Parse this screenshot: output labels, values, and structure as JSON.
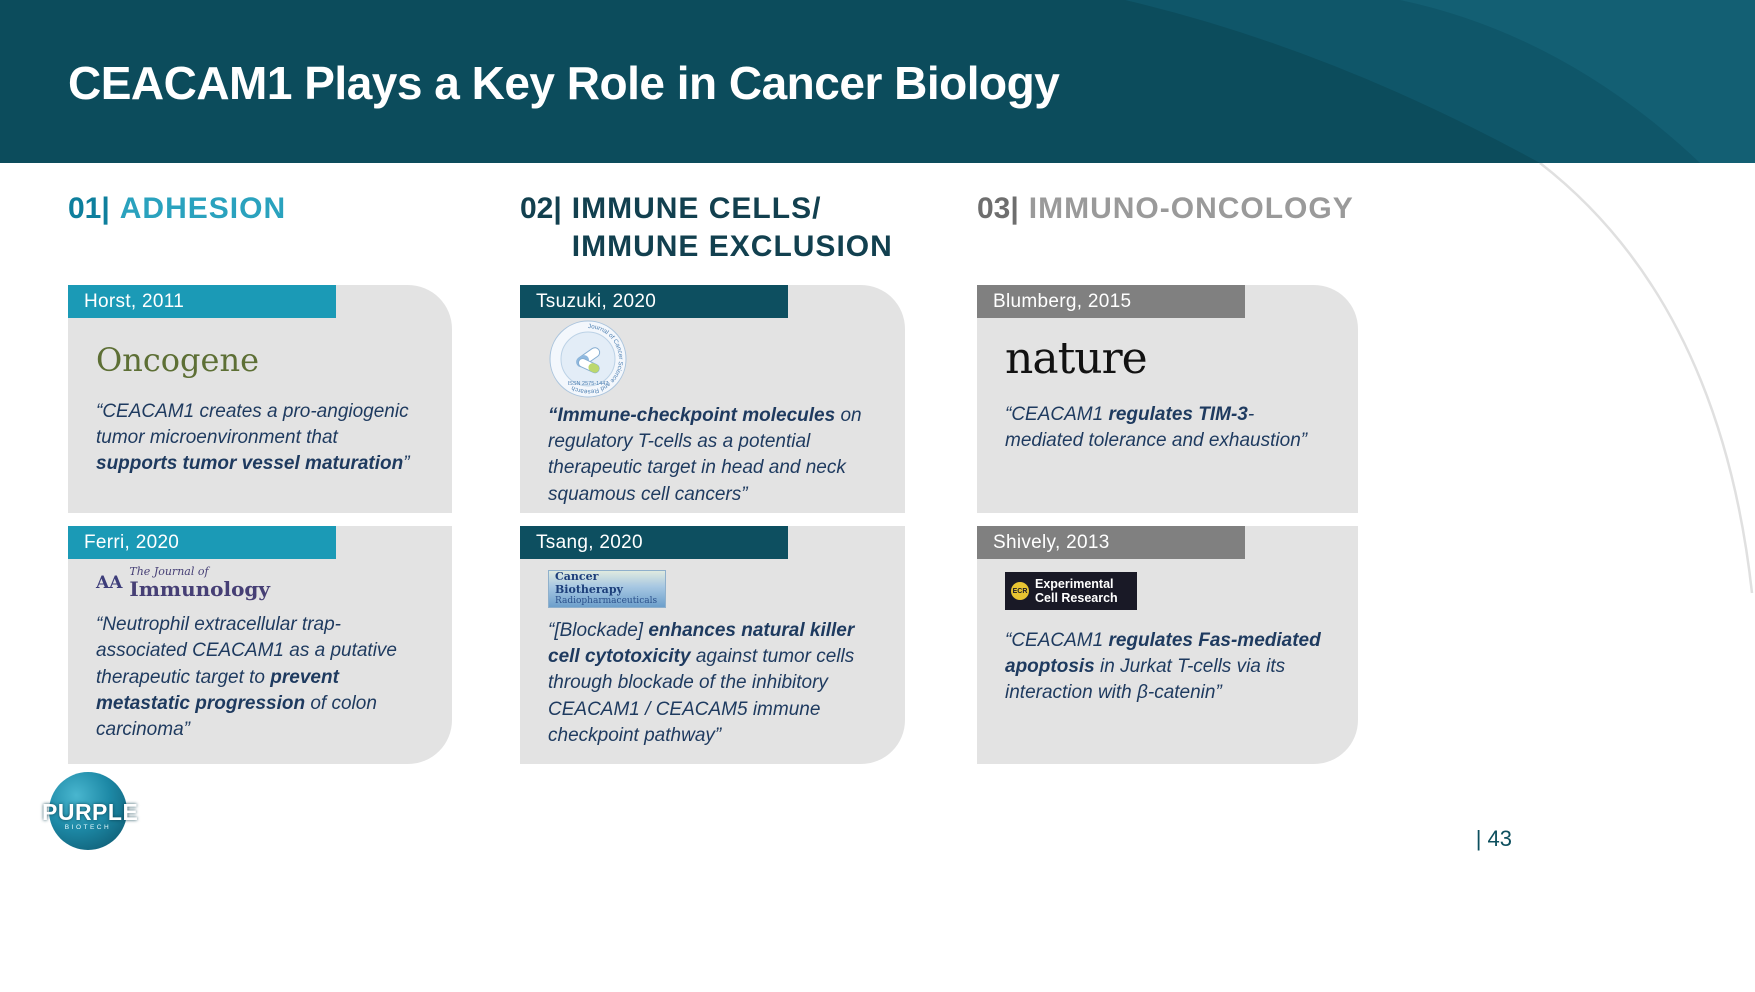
{
  "header": {
    "title": "CEACAM1 Plays a Key Role in Cancer Biology"
  },
  "columns": [
    {
      "number": "01|",
      "title_lines": [
        "ADHESION"
      ],
      "cards": [
        {
          "source": "Horst, 2011",
          "journal": "Oncogene",
          "quote_segments": [
            {
              "t": "“CEACAM1 creates a pro-angiogenic tumor microenvironment that ",
              "b": false
            },
            {
              "t": "supports tumor vessel maturation",
              "b": true
            },
            {
              "t": "”",
              "b": false
            }
          ]
        },
        {
          "source": "Ferri, 2020",
          "journal_mark": "AA",
          "journal_line1": "The Journal of",
          "journal_line2": "Immunology",
          "quote_segments": [
            {
              "t": "“Neutrophil extracellular trap-associated CEACAM1 as a putative therapeutic target to ",
              "b": false
            },
            {
              "t": "prevent metastatic progression",
              "b": true
            },
            {
              "t": " of colon carcinoma”",
              "b": false
            }
          ]
        }
      ]
    },
    {
      "number": "02|",
      "title_lines": [
        "IMMUNE CELLS/",
        "IMMUNE EXCLUSION"
      ],
      "cards": [
        {
          "source": "Tsuzuki, 2020",
          "journal_ring_text": "Journal of Cancer Science and Research",
          "journal_issn": "ISSN 2575-1447",
          "quote_segments": [
            {
              "t": "“Immune-checkpoint molecules",
              "b": true
            },
            {
              "t": " on regulatory T-cells as a potential therapeutic target in head and neck squamous cell cancers”",
              "b": false
            }
          ]
        },
        {
          "source": "Tsang, 2020",
          "journal_line1": "Cancer Biotherapy",
          "journal_line2": "Radiopharmaceuticals",
          "quote_segments": [
            {
              "t": "“[Blockade] ",
              "b": false
            },
            {
              "t": "enhances natural killer cell cytotoxicity",
              "b": true
            },
            {
              "t": " against tumor cells through blockade of the inhibitory CEACAM1 / CEACAM5 immune checkpoint pathway”",
              "b": false
            }
          ]
        }
      ]
    },
    {
      "number": "03|",
      "title_lines": [
        "IMMUNO-ONCOLOGY"
      ],
      "cards": [
        {
          "source": "Blumberg, 2015",
          "journal": "nature",
          "quote_segments": [
            {
              "t": "“CEACAM1 ",
              "b": false
            },
            {
              "t": "regulates TIM-3",
              "b": true
            },
            {
              "t": "-mediated tolerance and exhaustion”",
              "b": false
            }
          ]
        },
        {
          "source": "Shively, 2013",
          "journal_mark": "ECR",
          "journal_line1": "Experimental",
          "journal_line2": "Cell Research",
          "quote_segments": [
            {
              "t": "“CEACAM1 ",
              "b": false
            },
            {
              "t": "regulates Fas-mediated apoptosis",
              "b": true
            },
            {
              "t": " in Jurkat T-cells via its interaction with β-catenin”",
              "b": false
            }
          ]
        }
      ]
    }
  ],
  "footer": {
    "logo_text": "PURPLE",
    "logo_subtext": "BIOTECH",
    "page_number": "| 43"
  },
  "colors": {
    "banner": "#0c4c5c",
    "banner_arc1": "#0f5669",
    "banner_arc2": "#135f73",
    "arc_line": "#e0e0e0",
    "c1_tab": "#1b9ab6",
    "c1_num": "#0e7f9d",
    "c1_label": "#2aa2be",
    "c2_tab": "#0d4f60",
    "c2_num": "#12404f",
    "c2_label": "#12404f",
    "c3_tab": "#808080",
    "c3_num": "#6e6e6e",
    "c3_label": "#9a9a9a",
    "card_bg": "#e3e3e3",
    "quote": "#1e3a5f",
    "page_number": "#0d4f5e"
  }
}
